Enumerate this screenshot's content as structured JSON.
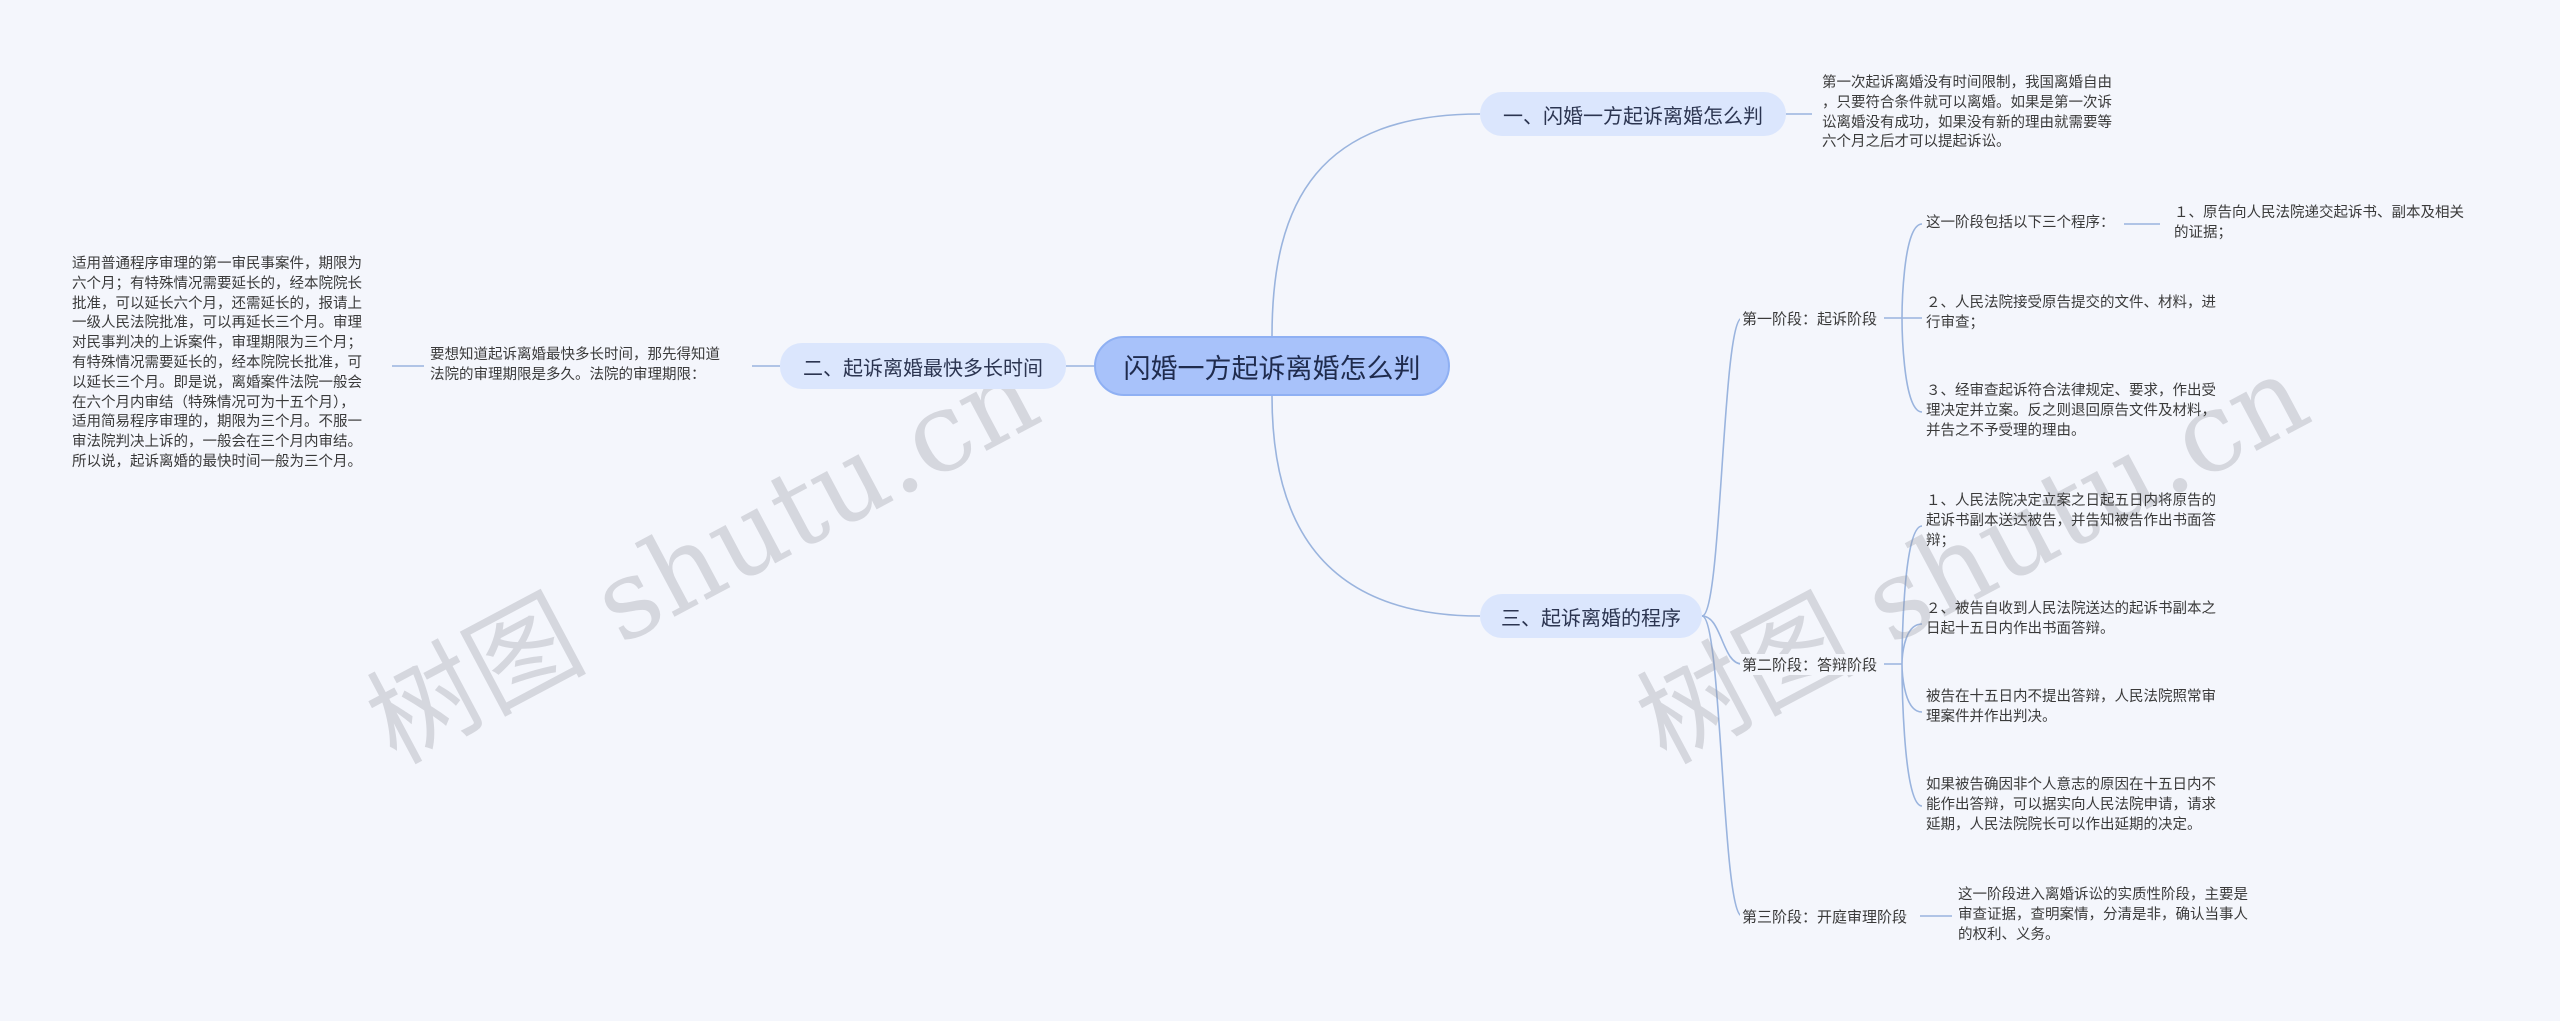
{
  "root": {
    "label": "闪婚一方起诉离婚怎么判"
  },
  "branches": [
    {
      "label": "一、闪婚一方起诉离婚怎么判",
      "text": "第一次起诉离婚没有时间限制，我国离婚自由\n，只要符合条件就可以离婚。如果是第一次诉\n讼离婚没有成功，如果没有新的理由就需要等\n六个月之后才可以提起诉讼。"
    },
    {
      "label": "二、起诉离婚最快多长时间",
      "intro": "要想知道起诉离婚最快多长时间，那先得知道\n法院的审理期限是多久。法院的审理期限：",
      "text": "适用普通程序审理的第一审民事案件，期限为\n六个月；有特殊情况需要延长的，经本院院长\n批准，可以延长六个月，还需延长的，报请上\n一级人民法院批准，可以再延长三个月。审理\n对民事判决的上诉案件，审理期限为三个月；\n有特殊情况需要延长的，经本院院长批准，可\n以延长三个月。即是说，离婚案件法院一般会\n在六个月内审结（特殊情况可为十五个月），\n适用简易程序审理的，期限为三个月。不服一\n审法院判决上诉的，一般会在三个月内审结。\n所以说，起诉离婚的最快时间一般为三个月。"
    },
    {
      "label": "三、起诉离婚的程序",
      "stages": [
        {
          "label": "第一阶段：起诉阶段",
          "items": [
            {
              "text": "这一阶段包括以下三个程序：",
              "sub": "１、原告向人民法院递交起诉书、副本及相关\n的证据；"
            },
            {
              "text": "２、人民法院接受原告提交的文件、材料，进\n行审查；"
            },
            {
              "text": "３、经审查起诉符合法律规定、要求，作出受\n理决定并立案。反之则退回原告文件及材料，\n并告之不予受理的理由。"
            }
          ]
        },
        {
          "label": "第二阶段：答辩阶段",
          "items": [
            {
              "text": "１、人民法院决定立案之日起五日内将原告的\n起诉书副本送达被告，并告知被告作出书面答\n辩；"
            },
            {
              "text": "２、被告自收到人民法院送达的起诉书副本之\n日起十五日内作出书面答辩。"
            },
            {
              "text": "被告在十五日内不提出答辩，人民法院照常审\n理案件并作出判决。"
            },
            {
              "text": "如果被告确因非个人意志的原因在十五日内不\n能作出答辩，可以据实向人民法院申请，请求\n延期，人民法院院长可以作出延期的决定。"
            }
          ]
        },
        {
          "label": "第三阶段：开庭审理阶段",
          "items": [
            {
              "text": "这一阶段进入离婚诉讼的实质性阶段，主要是\n审查证据，查明案情，分清是非，确认当事人\n的权利、义务。"
            }
          ]
        }
      ]
    }
  ],
  "watermark": "树图 shutu.cn",
  "colors": {
    "connector": "#9ab4de",
    "root": "#a8c2fa",
    "branch": "#dbe6fd",
    "background": "#f4f6fc"
  }
}
